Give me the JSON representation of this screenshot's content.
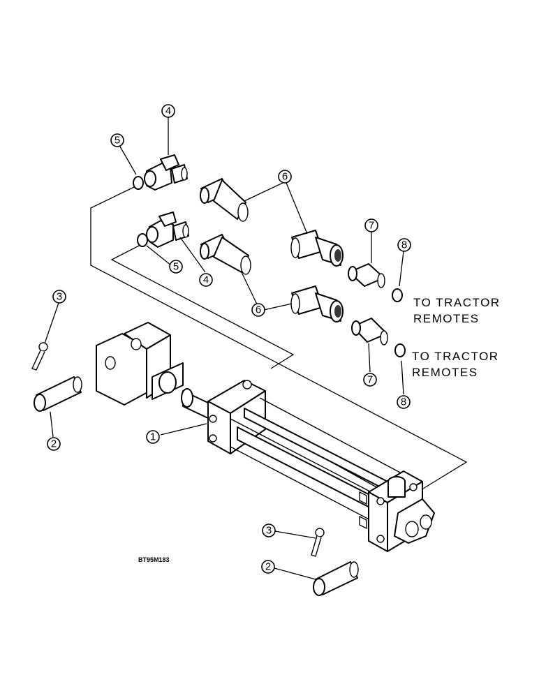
{
  "callouts": {
    "c1": "1",
    "c2a": "2",
    "c2b": "2",
    "c3a": "3",
    "c3b": "3",
    "c4a": "4",
    "c4b": "4",
    "c5a": "5",
    "c5b": "5",
    "c6a": "6",
    "c6b": "6",
    "c7a": "7",
    "c7b": "7",
    "c8a": "8",
    "c8b": "8"
  },
  "notes": {
    "remotes_upper_line1": "TO TRACTOR",
    "remotes_upper_line2": "REMOTES",
    "remotes_lower_line1": "TO TRACTOR",
    "remotes_lower_line2": "REMOTES"
  },
  "figure_code": "BT95M183"
}
